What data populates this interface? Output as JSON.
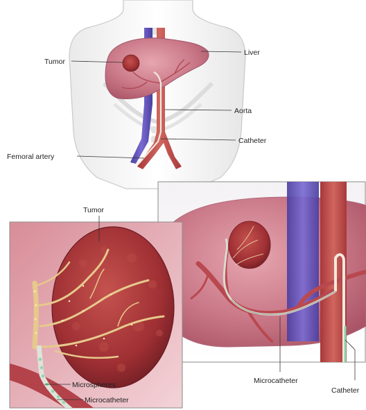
{
  "top_figure": {
    "labels": {
      "tumor": "Tumor",
      "liver": "Liver",
      "aorta": "Aorta",
      "catheter": "Catheter",
      "femoral_artery": "Femoral artery"
    }
  },
  "inset_left": {
    "labels": {
      "tumor": "Tumor",
      "microspheres": "Microspheres",
      "microcatheter": "Microcatheter"
    }
  },
  "inset_right": {
    "labels": {
      "microcatheter": "Microcatheter",
      "catheter": "Catheter"
    }
  },
  "colors": {
    "liver": "#c97787",
    "tumor": "#9e2f33",
    "aorta": "#c9554f",
    "vein": "#6c5ec2",
    "catheter": "#f2e9dd",
    "microsphere": "#8fd6b0"
  }
}
